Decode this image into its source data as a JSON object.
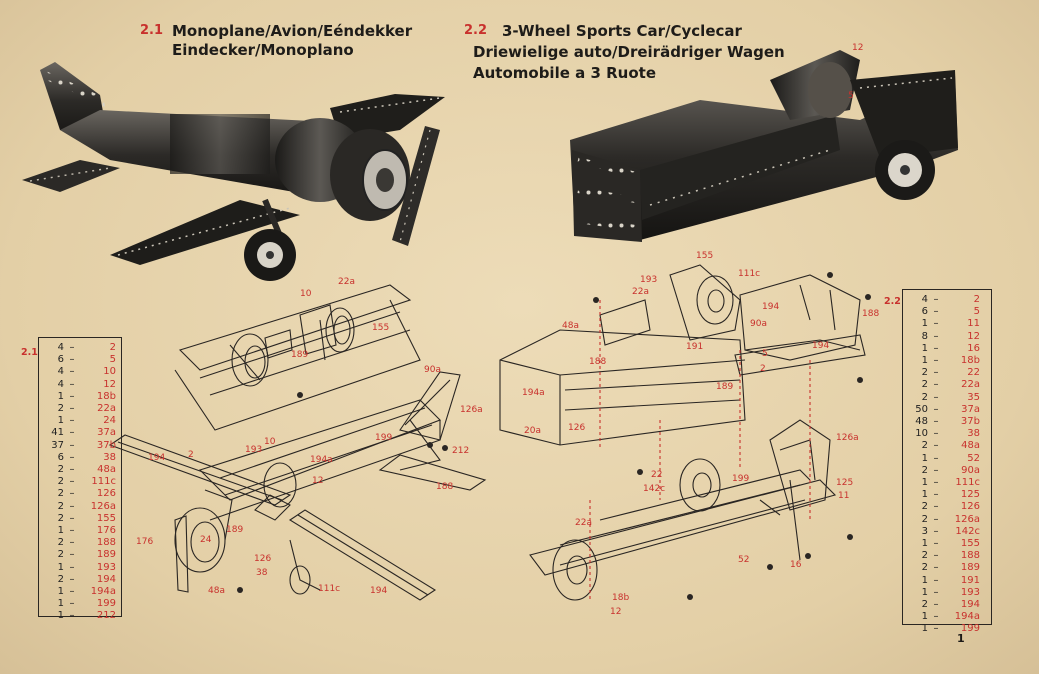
{
  "model_1": {
    "number": "2.1",
    "title_line1": "Monoplane/Avion/Eéndekker",
    "title_line2": "Eindecker/Monoplano",
    "parts_label": "2.1",
    "parts": [
      {
        "q": "4",
        "p": "2"
      },
      {
        "q": "6",
        "p": "5"
      },
      {
        "q": "4",
        "p": "10"
      },
      {
        "q": "4",
        "p": "12"
      },
      {
        "q": "1",
        "p": "18b"
      },
      {
        "q": "2",
        "p": "22a"
      },
      {
        "q": "1",
        "p": "24"
      },
      {
        "q": "41",
        "p": "37a"
      },
      {
        "q": "37",
        "p": "37b"
      },
      {
        "q": "6",
        "p": "38"
      },
      {
        "q": "2",
        "p": "48a"
      },
      {
        "q": "2",
        "p": "111c"
      },
      {
        "q": "2",
        "p": "126"
      },
      {
        "q": "2",
        "p": "126a"
      },
      {
        "q": "2",
        "p": "155"
      },
      {
        "q": "1",
        "p": "176"
      },
      {
        "q": "2",
        "p": "188"
      },
      {
        "q": "2",
        "p": "189"
      },
      {
        "q": "1",
        "p": "193"
      },
      {
        "q": "2",
        "p": "194"
      },
      {
        "q": "1",
        "p": "194a"
      },
      {
        "q": "1",
        "p": "199"
      },
      {
        "q": "1",
        "p": "212"
      }
    ]
  },
  "model_2": {
    "number": "2.2",
    "title_line1": "3-Wheel Sports Car/Cyclecar",
    "title_line2": "Driewielige auto/Dreirädriger Wagen",
    "title_line3": "Automobile a 3 Ruote",
    "parts_label": "2.2",
    "parts": [
      {
        "q": "4",
        "p": "2"
      },
      {
        "q": "6",
        "p": "5"
      },
      {
        "q": "1",
        "p": "11"
      },
      {
        "q": "8",
        "p": "12"
      },
      {
        "q": "1",
        "p": "16"
      },
      {
        "q": "1",
        "p": "18b"
      },
      {
        "q": "2",
        "p": "22"
      },
      {
        "q": "2",
        "p": "22a"
      },
      {
        "q": "2",
        "p": "35"
      },
      {
        "q": "50",
        "p": "37a"
      },
      {
        "q": "48",
        "p": "37b"
      },
      {
        "q": "10",
        "p": "38"
      },
      {
        "q": "2",
        "p": "48a"
      },
      {
        "q": "1",
        "p": "52"
      },
      {
        "q": "2",
        "p": "90a"
      },
      {
        "q": "1",
        "p": "111c"
      },
      {
        "q": "1",
        "p": "125"
      },
      {
        "q": "2",
        "p": "126"
      },
      {
        "q": "2",
        "p": "126a"
      },
      {
        "q": "3",
        "p": "142c"
      },
      {
        "q": "1",
        "p": "155"
      },
      {
        "q": "2",
        "p": "188"
      },
      {
        "q": "2",
        "p": "189"
      },
      {
        "q": "1",
        "p": "191"
      },
      {
        "q": "1",
        "p": "193"
      },
      {
        "q": "2",
        "p": "194"
      },
      {
        "q": "1",
        "p": "194a"
      },
      {
        "q": "1",
        "p": "199"
      }
    ]
  },
  "plane_labels": [
    "10",
    "22a",
    "155",
    "189",
    "90a",
    "126a",
    "199",
    "212",
    "188",
    "194",
    "193",
    "10",
    "194a",
    "12",
    "2",
    "176",
    "24",
    "189",
    "126",
    "38",
    "48a",
    "111c",
    "194"
  ],
  "car_labels": [
    "12",
    "5",
    "155",
    "111c",
    "193",
    "22a",
    "194",
    "188",
    "90a",
    "191",
    "48a",
    "188",
    "5",
    "194",
    "194a",
    "126",
    "20a",
    "189",
    "2",
    "22",
    "142c",
    "199",
    "126a",
    "125",
    "11",
    "22a",
    "52",
    "16",
    "18b",
    "12"
  ],
  "page_number": "1"
}
